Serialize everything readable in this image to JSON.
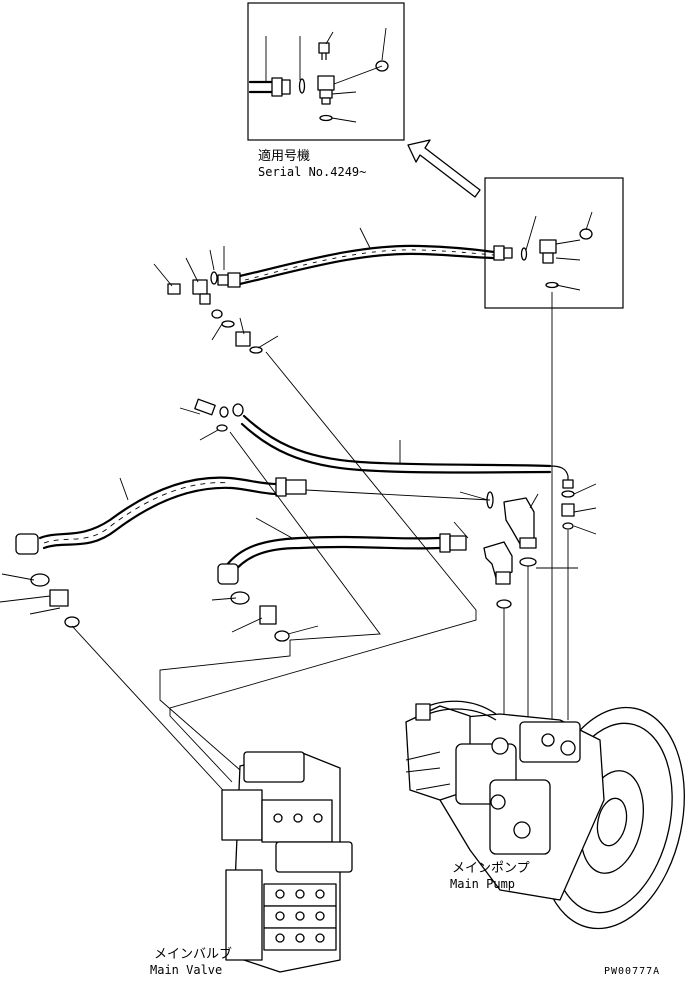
{
  "labels": {
    "serial_jp": "適用号機",
    "serial_en": "Serial No.4249~",
    "main_pump_jp": "メインポンプ",
    "main_pump_en": "Main Pump",
    "main_valve_jp": "メインバルブ",
    "main_valve_en": "Main Valve",
    "drawing_code": "PW00777A"
  }
}
